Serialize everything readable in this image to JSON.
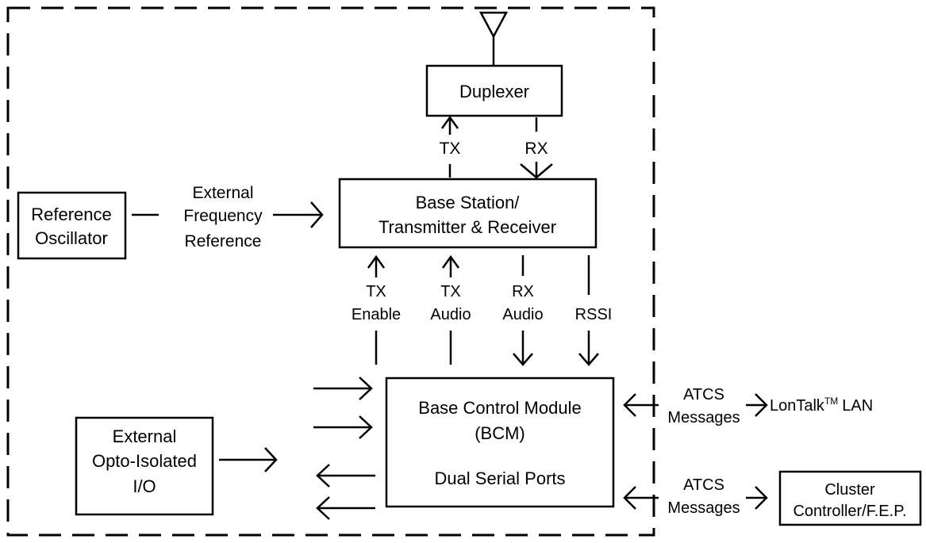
{
  "blocks": {
    "duplexer": "Duplexer",
    "base_station": [
      "Base Station/",
      "Transmitter & Receiver"
    ],
    "reference_oscillator": [
      "Reference",
      "Oscillator"
    ],
    "bcm": [
      "Base Control Module",
      "(BCM)",
      "Dual Serial Ports"
    ],
    "external_io": [
      "External",
      "Opto-Isolated",
      "I/O"
    ],
    "cluster_controller": [
      "Cluster",
      "Controller/F.E.P."
    ]
  },
  "labels": {
    "tx": "TX",
    "rx": "RX",
    "ext_freq_ref": [
      "External",
      "Frequency",
      "Reference"
    ],
    "tx_enable": [
      "TX",
      "Enable"
    ],
    "tx_audio": [
      "TX",
      "Audio"
    ],
    "rx_audio": [
      "RX",
      "Audio"
    ],
    "rssi": "RSSI",
    "atcs_messages_1": [
      "ATCS",
      "Messages"
    ],
    "atcs_messages_2": [
      "ATCS",
      "Messages"
    ],
    "lontalk": "LonTalk",
    "lontalk_tm": "TM",
    "lontalk_lan": "LAN"
  }
}
